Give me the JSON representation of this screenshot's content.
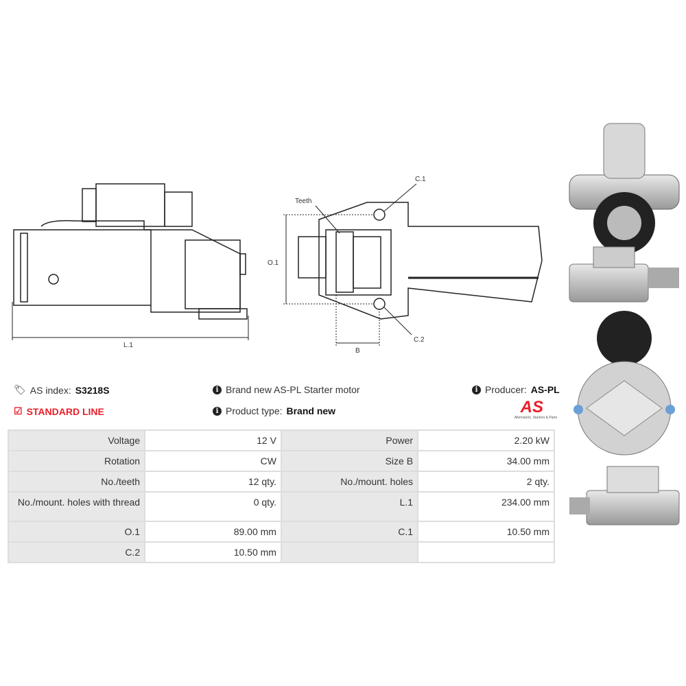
{
  "drawings": {
    "side_label": "L.1",
    "front_labels": {
      "teeth": "Teeth",
      "o1": "O.1",
      "c1": "C.1",
      "c2": "C.2",
      "b": "B"
    }
  },
  "info": {
    "as_index_label": "AS index:",
    "as_index_value": "S3218S",
    "line": "STANDARD LINE",
    "description": "Brand new AS-PL Starter motor",
    "product_type_label": "Product type:",
    "product_type_value": "Brand new",
    "producer_label": "Producer:",
    "producer_value": "AS-PL",
    "logo_text": "AS",
    "logo_tagline": "Alternators, Starters & Parts"
  },
  "colors": {
    "accent": "#e8202a"
  },
  "specs": [
    [
      "Voltage",
      "12 V",
      "Power",
      "2.20 kW"
    ],
    [
      "Rotation",
      "CW",
      "Size B",
      "34.00 mm"
    ],
    [
      "No./teeth",
      "12 qty.",
      "No./mount. holes",
      "2 qty."
    ],
    [
      "No./mount. holes with thread",
      "0 qty.",
      "L.1",
      "234.00 mm"
    ],
    [
      "O.1",
      "89.00 mm",
      "C.1",
      "10.50 mm"
    ],
    [
      "C.2",
      "10.50 mm",
      "",
      ""
    ]
  ]
}
